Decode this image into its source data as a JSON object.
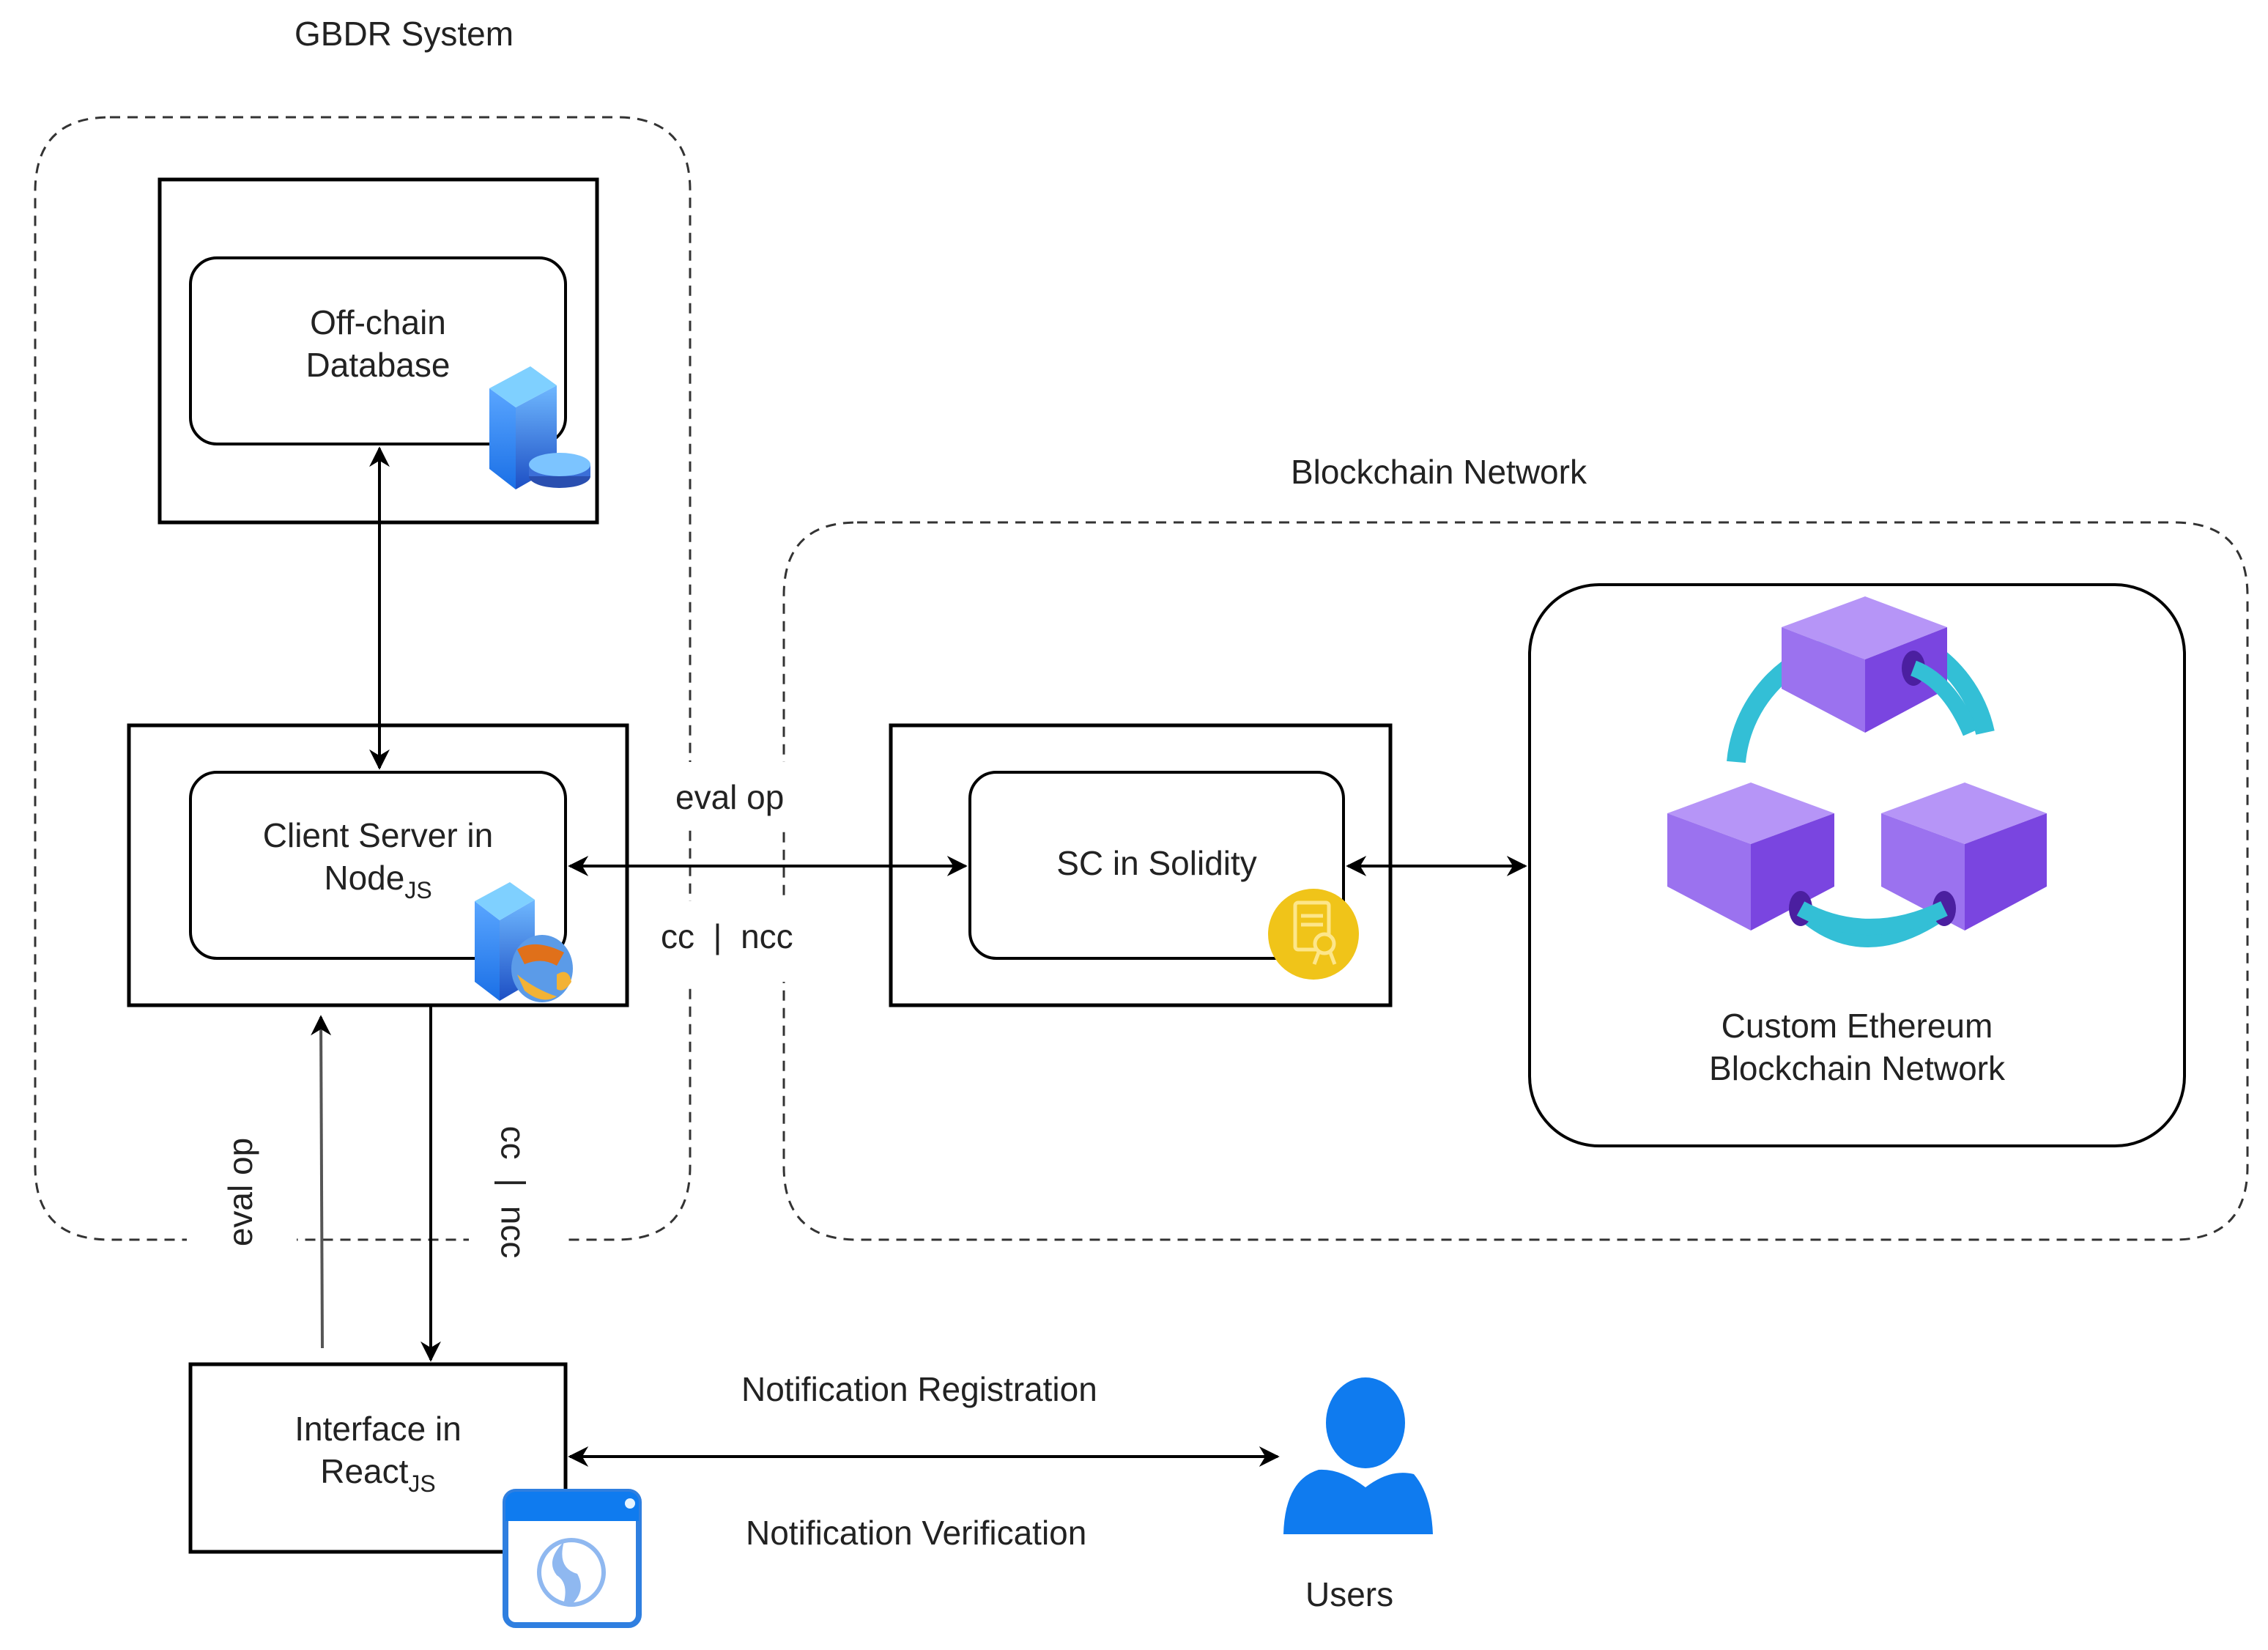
{
  "diagram": {
    "groups": {
      "gbdr": {
        "label": "GBDR System"
      },
      "blockchain": {
        "label": "Blockchain Network"
      }
    },
    "nodes": {
      "offchain_db": {
        "line1": "Off-chain",
        "line2": "Database",
        "icon": "database-server-icon"
      },
      "client_server": {
        "line1": "Client Server in",
        "line2": "Node",
        "line2_sub": "JS",
        "icon": "web-server-icon"
      },
      "smart_contract": {
        "label": "SC in Solidity",
        "icon": "certificate-icon"
      },
      "ethereum": {
        "line1": "Custom Ethereum",
        "line2": "Blockchain Network",
        "icon": "blockchain-cubes-icon"
      },
      "interface": {
        "line1": "Interface in",
        "line2": "React",
        "line2_sub": "JS",
        "icon": "browser-globe-icon"
      },
      "users": {
        "label": "Users",
        "icon": "user-icon"
      }
    },
    "edges": {
      "client_sc_top": "eval op",
      "client_sc_bottom": "cc  |  ncc",
      "iface_up": "eval op",
      "iface_down": "cc  |  ncc",
      "users_top": "Notification Registration",
      "users_bottom": "Notification Verification"
    },
    "colors": {
      "stroke": "#000000",
      "dashed": "#333333",
      "server_blue": "#3a7bd5",
      "cert_gold": "#f0c419",
      "cube_purple": "#9b6cf0",
      "link_cyan": "#33bfd6",
      "user_blue": "#0f7bef"
    }
  }
}
